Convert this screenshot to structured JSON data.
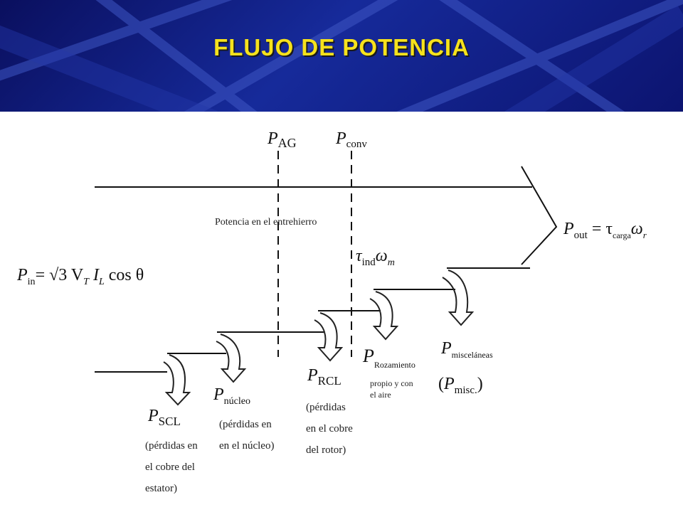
{
  "title": "FLUJO DE POTENCIA",
  "colors": {
    "header_bg": "#0c1470",
    "title": "#f6e21c",
    "line": "#111111"
  },
  "diagram": {
    "p_ag": {
      "main": "P",
      "sub": "AG"
    },
    "p_conv": {
      "main": "P",
      "sub": "conv"
    },
    "air_gap_label": "Potencia en el entrehierro",
    "p_in": {
      "main": "P",
      "sub": "in",
      "expr": "= √3 V",
      "vsub": "T",
      "i": " I",
      "isub": "L",
      "tail": " cos θ"
    },
    "p_out": {
      "main": "P",
      "sub": "out",
      "eq": " = τ",
      "tausub": "carga",
      "omega": "ω",
      "omegasub": "r"
    },
    "tau_ind": {
      "tau": "τ",
      "sub": "ind",
      "omega": "ω",
      "omegasub": "m"
    },
    "losses": {
      "scl": {
        "main": "P",
        "sub": "SCL",
        "desc": [
          "(pérdidas en",
          "el cobre del",
          "estator)"
        ]
      },
      "nucleo": {
        "main": "P",
        "sub": "núcleo",
        "desc": [
          "(pérdidas en",
          "en el núcleo)"
        ]
      },
      "rcl": {
        "main": "P",
        "sub": "RCL",
        "desc": [
          "(pérdidas",
          "en el cobre",
          "del rotor)"
        ]
      },
      "rozamiento": {
        "main": "P",
        "sub": "Rozamiento",
        "desc": [
          "propio y con",
          "el aire"
        ]
      },
      "misc": {
        "main": "P",
        "sub": "misceláneas",
        "desc_open": "(",
        "desc_main": "P",
        "desc_sub": "misc.",
        "desc_close": ")"
      }
    }
  }
}
